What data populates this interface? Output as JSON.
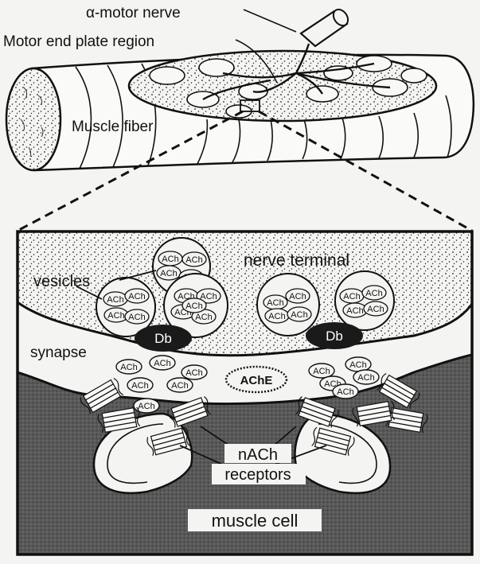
{
  "labels": {
    "motor_nerve": "α-motor nerve",
    "end_plate": "Motor end plate region",
    "muscle_fiber": "Muscle fiber",
    "nerve_terminal": "nerve terminal",
    "vesicles": "vesicles",
    "synapse": "synapse",
    "ache": "AChE",
    "nach_line1": "nACh",
    "nach_line2": "receptors",
    "muscle_cell": "muscle cell"
  },
  "vesicle_text": "ACh",
  "dense_body_text": "Db",
  "colors": {
    "background": "#f4f4f2",
    "ink": "#111111",
    "muscle_fill": "#5a5a5a",
    "dense_body": "#1a1a1a"
  }
}
